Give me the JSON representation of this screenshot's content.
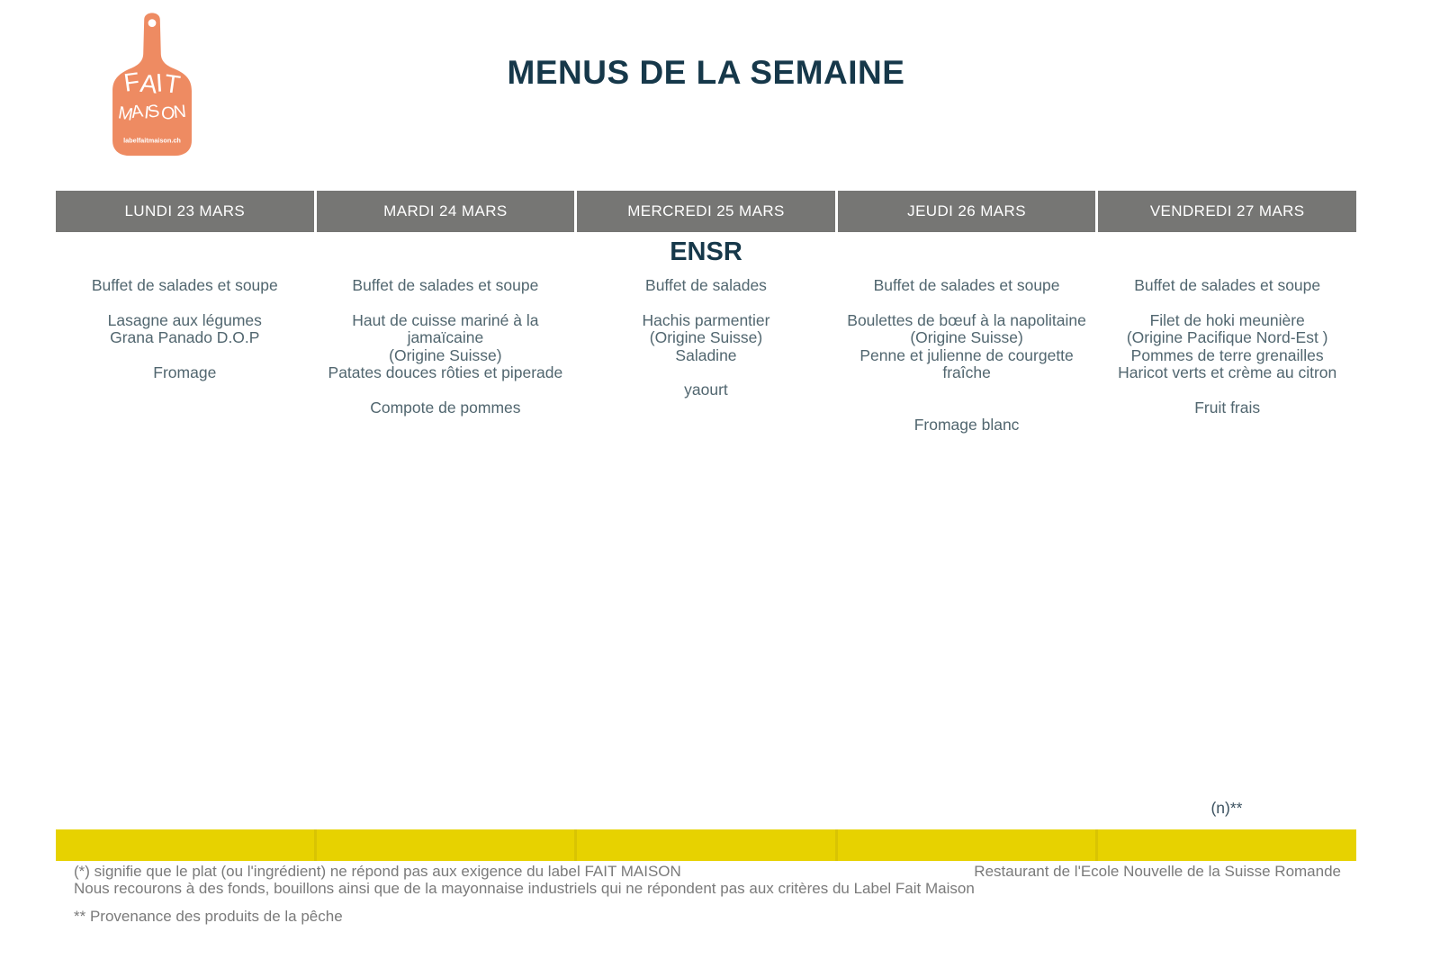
{
  "logo": {
    "word1": "FAIT",
    "word2": "MAISON",
    "url": "labelfaitmaison.ch"
  },
  "title": "MENUS DE LA SEMAINE",
  "subtitle": "ENSR",
  "week": {
    "days": [
      {
        "header": "LUNDI 23 MARS",
        "blocks": [
          "Buffet de salades et soupe",
          "Lasagne aux légumes\nGrana Panado D.O.P",
          "Fromage"
        ]
      },
      {
        "header": "MARDI 24 MARS",
        "blocks": [
          "Buffet de salades et soupe",
          "Haut de cuisse mariné à la\njamaïcaine\n(Origine Suisse)\nPatates douces rôties et piperade",
          "Compote de pommes"
        ]
      },
      {
        "header": "MERCREDI 25 MARS",
        "blocks": [
          "Buffet de salades",
          "Hachis parmentier\n(Origine Suisse)\nSaladine",
          "yaourt"
        ]
      },
      {
        "header": "JEUDI 26 MARS",
        "blocks": [
          "Buffet de salades et soupe",
          "Boulettes de bœuf à la napolitaine\n(Origine Suisse)\nPenne et julienne de courgette\nfraîche",
          "\nFromage blanc"
        ]
      },
      {
        "header": "VENDREDI 27 MARS",
        "blocks": [
          "Buffet de salades et soupe",
          "Filet de hoki meunière\n(Origine Pacifique Nord-Est )\nPommes de terre grenailles\nHaricot verts et crème au citron",
          "Fruit frais"
        ],
        "note": "(n)**"
      }
    ]
  },
  "footer": {
    "note1": "(*) signifie que le plat (ou l'ingrédient) ne répond pas aux exigence du label FAIT MAISON",
    "note2": "Nous recourons à des fonds, bouillons ainsi que de la mayonnaise industriels qui ne répondent pas aux critères du Label Fait Maison",
    "note3": "** Provenance des produits de la pêche",
    "restaurant": "Restaurant de l'Ecole Nouvelle de la Suisse Romande"
  },
  "colors": {
    "logo_orange": "#EE8B62",
    "header_gray": "#767674",
    "title_navy": "#16384A",
    "menu_text": "#51666F",
    "bar_yellow": "#E7D200",
    "footer_gray": "#7A7A7A"
  }
}
